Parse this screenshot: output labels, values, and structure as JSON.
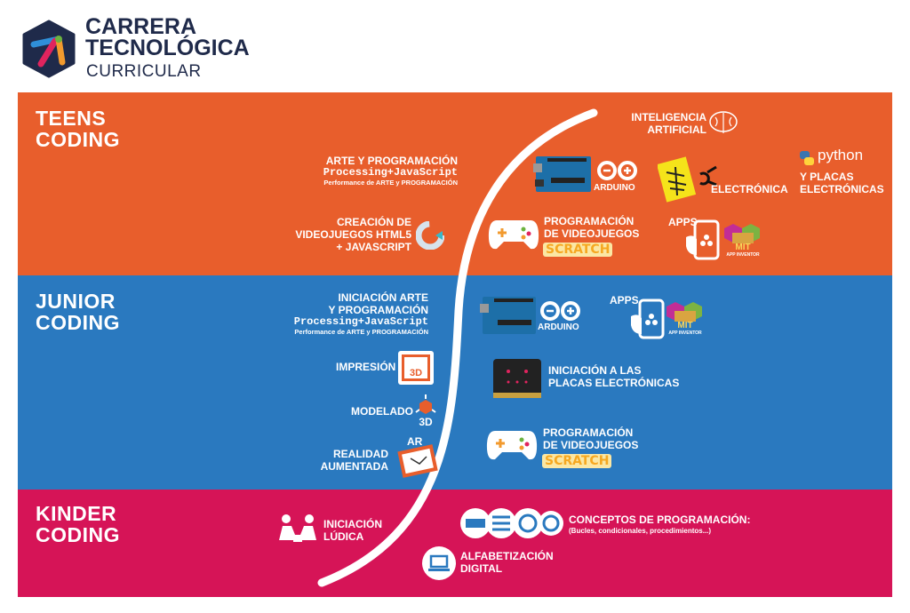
{
  "header": {
    "title_line1": "CARRERA",
    "title_line2": "TECNOLÓGICA",
    "title_line3": "CURRICULAR"
  },
  "colors": {
    "teens": "#E85E2C",
    "junior": "#2A79BF",
    "kinder": "#D61457",
    "navy": "#1F2A4A"
  },
  "teens": {
    "title1": "TEENS",
    "title2": "CODING",
    "arte": {
      "l1": "ARTE Y PROGRAMACIÓN",
      "l2": "Processing+JavaScript",
      "l3": "Performance de ARTE y PROGRAMACIÓN"
    },
    "html5": {
      "l1": "CREACIÓN DE",
      "l2": "VIDEOJUEGOS HTML5",
      "l3": "+ JAVASCRIPT"
    },
    "ia": {
      "l1": "INTELIGENCIA",
      "l2": "ARTIFICIAL"
    },
    "arduino": "ARDUINO",
    "electronica": "ELECTRÓNICA",
    "python": {
      "logo": "python",
      "l1": "Y PLACAS",
      "l2": "ELECTRÓNICAS"
    },
    "videojuegos": {
      "l1": "PROGRAMACIÓN",
      "l2": "DE VIDEOJUEGOS",
      "logo": "SCRATCH"
    },
    "apps": {
      "label": "APPS",
      "mit": "MIT",
      "mit_sub": "APP INVENTOR"
    }
  },
  "junior": {
    "title1": "JUNIOR",
    "title2": "CODING",
    "arte": {
      "l1": "INICIACIÓN ARTE",
      "l2": "Y PROGRAMACIÓN",
      "l3": "Processing+JavaScript",
      "l4": "Performance de ARTE y PROGRAMACIÓN"
    },
    "arduino": "ARDUINO",
    "apps": {
      "label": "APPS",
      "mit": "MIT",
      "mit_sub": "APP INVENTOR"
    },
    "placas": {
      "l1": "INICIACIÓN A LAS",
      "l2": "PLACAS ELECTRÓNICAS"
    },
    "impresion": {
      "label": "IMPRESIÓN",
      "icon": "3D"
    },
    "modelado": {
      "label": "MODELADO",
      "icon": "3D"
    },
    "ar": {
      "l1": "REALIDAD",
      "l2": "AUMENTADA",
      "icon": "AR"
    },
    "videojuegos": {
      "l1": "PROGRAMACIÓN",
      "l2": "DE VIDEOJUEGOS",
      "logo": "SCRATCH"
    }
  },
  "kinder": {
    "title1": "KINDER",
    "title2": "CODING",
    "ludica": {
      "l1": "INICIACIÓN",
      "l2": "LÚDICA"
    },
    "conceptos": {
      "l1": "CONCEPTOS DE PROGRAMACIÓN:",
      "l2": "(Bucles, condicionales, procedimientos...)"
    },
    "alfabetizacion": {
      "l1": "ALFABETIZACIÓN",
      "l2": "DIGITAL"
    }
  }
}
